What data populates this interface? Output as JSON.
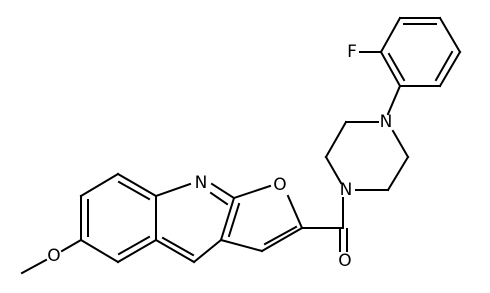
{
  "molecule": {
    "atom_labels": {
      "fluorine": "F",
      "piperazine_n_top": "N",
      "piperazine_n_bottom": "N",
      "furan_oxygen": "O",
      "quinoline_nitrogen": "N",
      "carbonyl_oxygen": "O",
      "methoxy_oxygen": "O"
    }
  },
  "colors": {
    "bond": "#000000",
    "background": "#ffffff"
  }
}
